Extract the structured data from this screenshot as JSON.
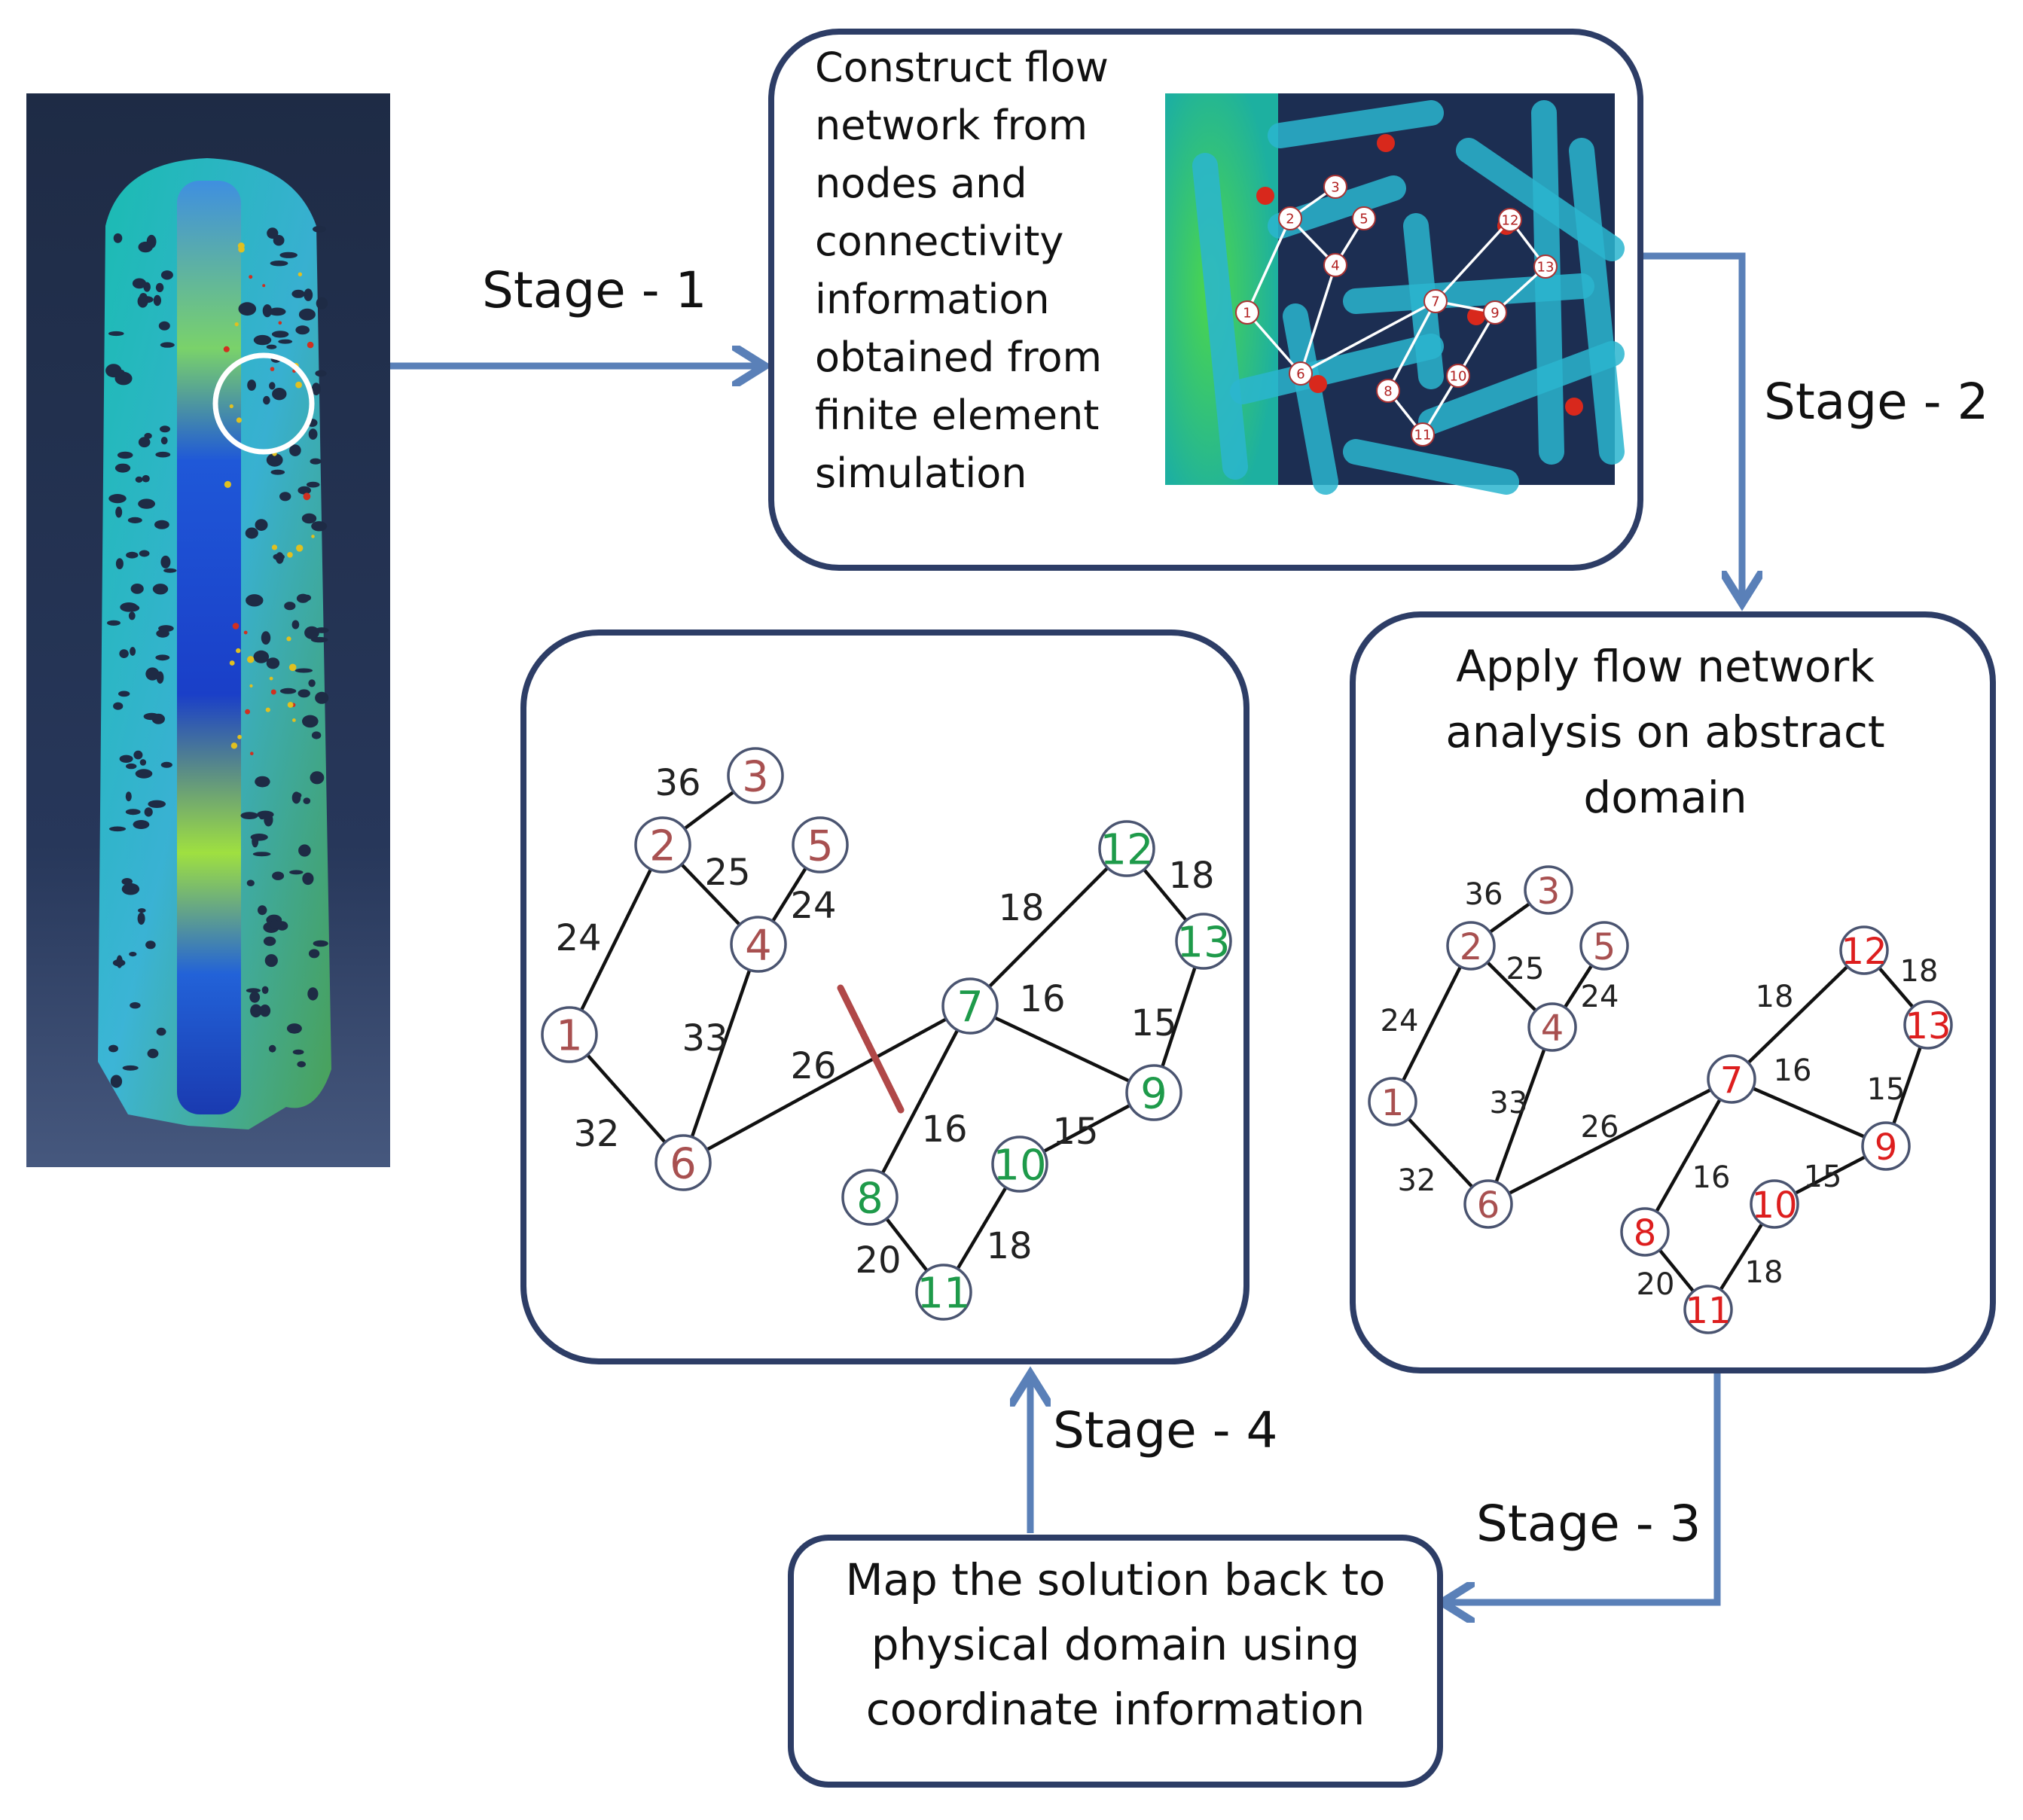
{
  "stage_labels": {
    "stage1": "Stage - 1",
    "stage2": "Stage - 2",
    "stage3": "Stage - 3",
    "stage4": "Stage - 4"
  },
  "box1": {
    "lines": [
      "Construct flow",
      "network from",
      "nodes and",
      "connectivity",
      "information",
      "obtained from",
      "finite element",
      "simulation"
    ]
  },
  "box2": {
    "lines": [
      "Apply flow network",
      "analysis on abstract",
      "domain"
    ]
  },
  "box3": {
    "lines": [
      "Map the solution back to",
      "physical domain using",
      "coordinate information"
    ]
  },
  "colors": {
    "box_stroke": "#2d3d66",
    "arrow": "#5a80b8",
    "node_default": "#a85050",
    "node_green": "#1e9a4a",
    "node_red": "#dd1e1e",
    "cut_line": "#b04848"
  },
  "graph": {
    "nodes": [
      {
        "id": "1"
      },
      {
        "id": "2"
      },
      {
        "id": "3"
      },
      {
        "id": "4"
      },
      {
        "id": "5"
      },
      {
        "id": "6"
      },
      {
        "id": "7"
      },
      {
        "id": "8"
      },
      {
        "id": "9"
      },
      {
        "id": "10"
      },
      {
        "id": "11"
      },
      {
        "id": "12"
      },
      {
        "id": "13"
      }
    ],
    "edges": [
      {
        "from": "2",
        "to": "3",
        "weight": "36"
      },
      {
        "from": "2",
        "to": "1",
        "weight": "24"
      },
      {
        "from": "2",
        "to": "4",
        "weight": "25"
      },
      {
        "from": "5",
        "to": "4",
        "weight": "24"
      },
      {
        "from": "4",
        "to": "6",
        "weight": "33"
      },
      {
        "from": "1",
        "to": "6",
        "weight": "32"
      },
      {
        "from": "6",
        "to": "7",
        "weight": "26"
      },
      {
        "from": "7",
        "to": "12",
        "weight": "18"
      },
      {
        "from": "12",
        "to": "13",
        "weight": "18"
      },
      {
        "from": "7",
        "to": "9",
        "weight": "16"
      },
      {
        "from": "13",
        "to": "9",
        "weight": "15"
      },
      {
        "from": "7",
        "to": "8",
        "weight": "16"
      },
      {
        "from": "9",
        "to": "10",
        "weight": "15"
      },
      {
        "from": "8",
        "to": "11",
        "weight": "20"
      },
      {
        "from": "10",
        "to": "11",
        "weight": "18"
      }
    ],
    "solution_green_nodes": [
      "7",
      "8",
      "9",
      "10",
      "11",
      "12",
      "13"
    ],
    "analysis_red_nodes": [
      "7",
      "8",
      "9",
      "10",
      "11",
      "12",
      "13"
    ]
  },
  "mini_graph": {
    "nodes": [
      "1",
      "2",
      "3",
      "4",
      "5",
      "6",
      "7",
      "8",
      "9",
      "10",
      "11",
      "12",
      "13"
    ]
  }
}
